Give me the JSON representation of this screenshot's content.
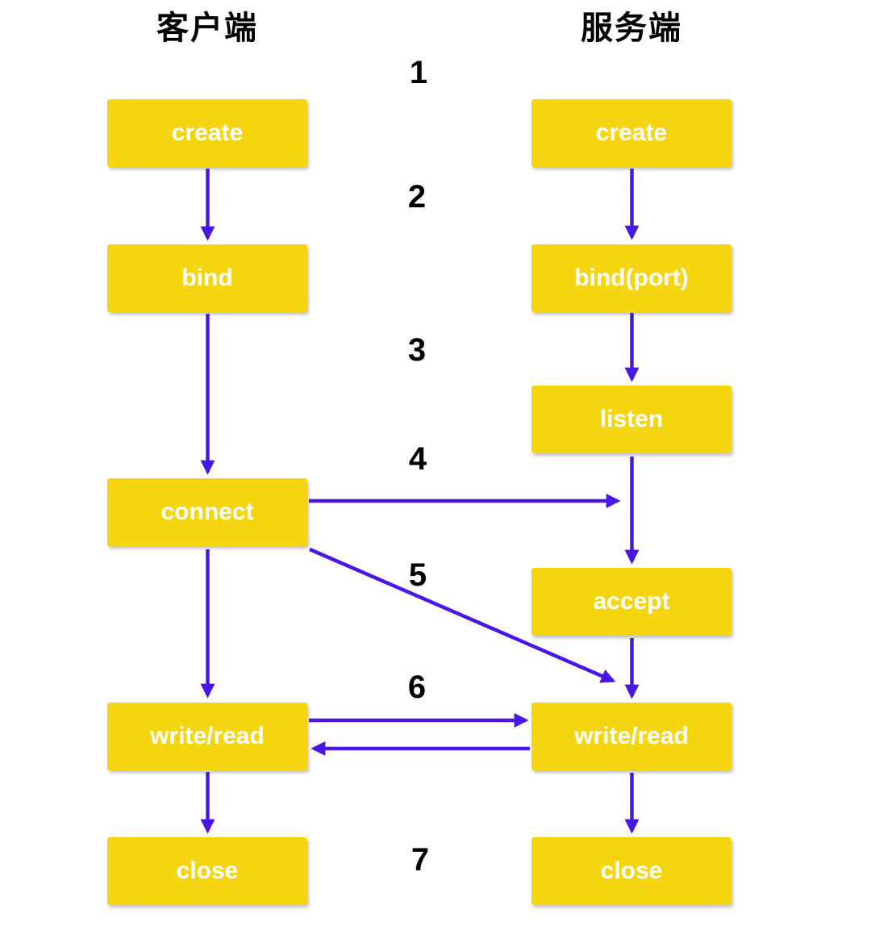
{
  "diagram": {
    "client": {
      "header": "客户端",
      "steps": [
        {
          "label": "create"
        },
        {
          "label": "bind"
        },
        {
          "label": "connect"
        },
        {
          "label": "write/read"
        },
        {
          "label": "close"
        }
      ]
    },
    "server": {
      "header": "服务端",
      "steps": [
        {
          "label": "create"
        },
        {
          "label": "bind(port)"
        },
        {
          "label": "listen"
        },
        {
          "label": "accept"
        },
        {
          "label": "write/read"
        },
        {
          "label": "close"
        }
      ]
    },
    "sequence_numbers": [
      "1",
      "2",
      "3",
      "4",
      "5",
      "6",
      "7"
    ],
    "colors": {
      "node_fill": "#F5D510",
      "node_text": "#FFFFFF",
      "arrow": "#4B16E5",
      "text": "#000000",
      "background": "#FFFFFF"
    }
  }
}
